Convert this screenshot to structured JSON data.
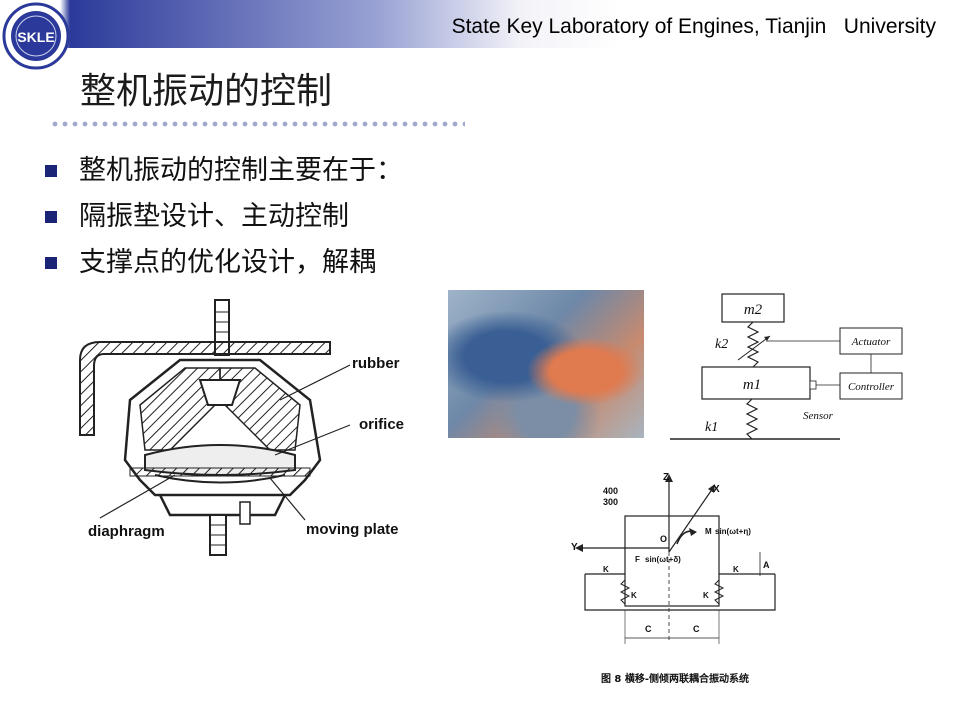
{
  "header": {
    "lab_title": "State Key Laboratory of Engines, Tianjin   University",
    "logo_text": "SKLE",
    "colors": {
      "bar_dark": "#2b3a9a",
      "bullet": "#1c2478"
    }
  },
  "slide": {
    "title": "整机振动的控制",
    "bullets": [
      "整机振动的控制主要在于：",
      "隔振垫设计、主动控制",
      "支撑点的优化设计，解耦"
    ]
  },
  "figure_mount": {
    "labels": {
      "rubber": "rubber",
      "orifice": "orifice",
      "diaphragm": "diaphragm",
      "moving_plate": "moving plate"
    }
  },
  "figure_active": {
    "m2": "m2",
    "m1": "m1",
    "k2": "k2",
    "k1": "k1",
    "actuator": "Actuator",
    "controller": "Controller",
    "sensor": "Sensor"
  },
  "figure_coupled": {
    "dim1": "400",
    "dim2": "300",
    "axis_z": "Z",
    "axis_x": "X",
    "axis_y": "Y",
    "origin": "O",
    "moment_eq": "sin(ωt+η)",
    "force_eq": "sin(ωt+δ)",
    "force_prefix": "F",
    "moment_prefix": "M",
    "k_label": "K",
    "c_label": "C",
    "a_label": "A",
    "caption": "图 8   横移-侧倾两联耦合振动系统"
  }
}
